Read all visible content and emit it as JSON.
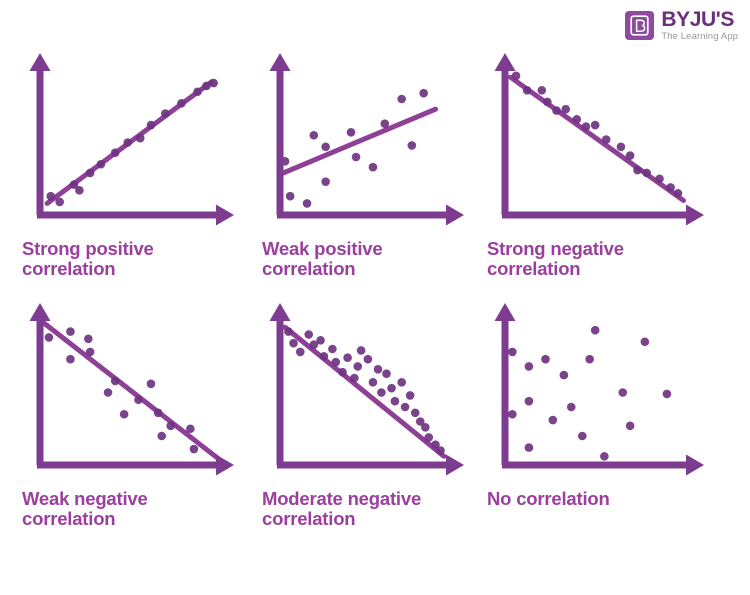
{
  "brand": {
    "mark_icon": "byjus-book-icon",
    "name": "BYJU'S",
    "tagline": "The Learning App"
  },
  "theme": {
    "axis_color": "#7e3c91",
    "line_color": "#8e3f96",
    "dot_color": "#6e3480",
    "label_color": "#9b3f9e",
    "background": "#ffffff"
  },
  "chart_data": [
    {
      "type": "scatter",
      "title": "Strong positive correlation",
      "xlabel": "",
      "ylabel": "",
      "xlim": [
        0,
        100
      ],
      "ylim": [
        0,
        100
      ],
      "grid": false,
      "legend": "none",
      "trendline": {
        "show": true,
        "x": [
          4,
          96
        ],
        "y": [
          8,
          92
        ]
      },
      "points": [
        [
          6,
          13
        ],
        [
          11,
          9
        ],
        [
          19,
          21
        ],
        [
          22,
          17
        ],
        [
          28,
          29
        ],
        [
          34,
          35
        ],
        [
          42,
          43
        ],
        [
          49,
          50
        ],
        [
          56,
          53
        ],
        [
          62,
          62
        ],
        [
          70,
          70
        ],
        [
          79,
          77
        ],
        [
          88,
          85
        ],
        [
          93,
          89
        ],
        [
          97,
          91
        ]
      ]
    },
    {
      "type": "scatter",
      "title": "Weak positive correlation",
      "xlabel": "",
      "ylabel": "",
      "xlim": [
        0,
        100
      ],
      "ylim": [
        0,
        100
      ],
      "grid": false,
      "legend": "none",
      "trendline": {
        "show": true,
        "x": [
          2,
          92
        ],
        "y": [
          29,
          73
        ]
      },
      "points": [
        [
          3,
          37
        ],
        [
          6,
          13
        ],
        [
          16,
          8
        ],
        [
          20,
          55
        ],
        [
          27,
          47
        ],
        [
          27,
          23
        ],
        [
          42,
          57
        ],
        [
          45,
          40
        ],
        [
          55,
          33
        ],
        [
          62,
          63
        ],
        [
          72,
          80
        ],
        [
          78,
          48
        ],
        [
          85,
          84
        ]
      ]
    },
    {
      "type": "scatter",
      "title": "Strong negative correlation",
      "xlabel": "",
      "ylabel": "",
      "xlim": [
        0,
        100
      ],
      "ylim": [
        0,
        100
      ],
      "grid": false,
      "legend": "none",
      "trendline": {
        "show": true,
        "x": [
          3,
          97
        ],
        "y": [
          95,
          10
        ]
      },
      "points": [
        [
          6,
          96
        ],
        [
          12,
          86
        ],
        [
          20,
          86
        ],
        [
          23,
          78
        ],
        [
          28,
          72
        ],
        [
          33,
          73
        ],
        [
          39,
          66
        ],
        [
          44,
          61
        ],
        [
          49,
          62
        ],
        [
          55,
          52
        ],
        [
          63,
          47
        ],
        [
          68,
          41
        ],
        [
          72,
          31
        ],
        [
          77,
          29
        ],
        [
          84,
          25
        ],
        [
          90,
          19
        ],
        [
          94,
          15
        ]
      ]
    },
    {
      "type": "scatter",
      "title": "Weak negative correlation",
      "xlabel": "",
      "ylabel": "",
      "xlim": [
        0,
        100
      ],
      "ylim": [
        0,
        100
      ],
      "grid": false,
      "legend": "none",
      "trendline": {
        "show": true,
        "x": [
          0,
          100
        ],
        "y": [
          100,
          4
        ]
      },
      "points": [
        [
          5,
          88
        ],
        [
          17,
          92
        ],
        [
          17,
          73
        ],
        [
          27,
          87
        ],
        [
          28,
          78
        ],
        [
          38,
          50
        ],
        [
          42,
          58
        ],
        [
          47,
          35
        ],
        [
          55,
          45
        ],
        [
          62,
          56
        ],
        [
          66,
          36
        ],
        [
          68,
          20
        ],
        [
          73,
          27
        ],
        [
          84,
          25
        ],
        [
          86,
          11
        ]
      ]
    },
    {
      "type": "scatter",
      "title": "Moderate negative correlation",
      "xlabel": "",
      "ylabel": "",
      "xlim": [
        0,
        100
      ],
      "ylim": [
        0,
        100
      ],
      "grid": false,
      "legend": "none",
      "trendline": {
        "show": true,
        "x": [
          3,
          97
        ],
        "y": [
          95,
          6
        ]
      },
      "points": [
        [
          5,
          92
        ],
        [
          8,
          84
        ],
        [
          12,
          78
        ],
        [
          17,
          90
        ],
        [
          20,
          83
        ],
        [
          24,
          86
        ],
        [
          26,
          75
        ],
        [
          31,
          80
        ],
        [
          33,
          71
        ],
        [
          37,
          64
        ],
        [
          40,
          74
        ],
        [
          44,
          60
        ],
        [
          46,
          68
        ],
        [
          48,
          79
        ],
        [
          52,
          73
        ],
        [
          55,
          57
        ],
        [
          58,
          66
        ],
        [
          60,
          50
        ],
        [
          63,
          63
        ],
        [
          66,
          53
        ],
        [
          68,
          44
        ],
        [
          72,
          57
        ],
        [
          74,
          40
        ],
        [
          77,
          48
        ],
        [
          80,
          36
        ],
        [
          83,
          30
        ],
        [
          86,
          26
        ],
        [
          88,
          19
        ],
        [
          92,
          14
        ],
        [
          95,
          10
        ]
      ]
    },
    {
      "type": "scatter",
      "title": "No correlation",
      "xlabel": "",
      "ylabel": "",
      "xlim": [
        0,
        100
      ],
      "ylim": [
        0,
        100
      ],
      "grid": false,
      "legend": "none",
      "trendline": {
        "show": false,
        "x": [],
        "y": []
      },
      "points": [
        [
          4,
          78
        ],
        [
          4,
          35
        ],
        [
          13,
          68
        ],
        [
          13,
          44
        ],
        [
          13,
          12
        ],
        [
          22,
          73
        ],
        [
          26,
          31
        ],
        [
          32,
          62
        ],
        [
          36,
          40
        ],
        [
          42,
          20
        ],
        [
          46,
          73
        ],
        [
          49,
          93
        ],
        [
          54,
          6
        ],
        [
          64,
          50
        ],
        [
          68,
          27
        ],
        [
          76,
          85
        ],
        [
          88,
          49
        ]
      ]
    }
  ],
  "cells": [
    {
      "label": "Strong positive\ncorrelation"
    },
    {
      "label": "Weak positive\ncorrelation"
    },
    {
      "label": "Strong negative\ncorrelation"
    },
    {
      "label": "Weak negative\ncorrelation"
    },
    {
      "label": "Moderate negative\ncorrelation"
    },
    {
      "label": "No correlation"
    }
  ]
}
